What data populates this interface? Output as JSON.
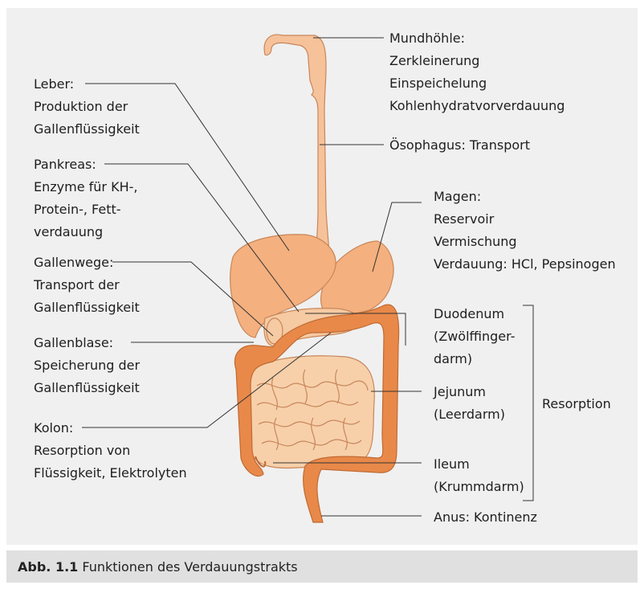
{
  "colors": {
    "background": "#f0f0f0",
    "caption_bg": "#e0e0e0",
    "liver": "#f4b07e",
    "pancreas": "#f6caa2",
    "colon": "#e8894a",
    "small_intestine": "#f7d0aa",
    "esophagus": "#f6c29a",
    "outline": "#c8865a",
    "leader_line": "#333333"
  },
  "labels": {
    "mundhoehle": [
      "Mundhöhle:",
      "Zerkleinerung",
      "Einspeichelung",
      "Kohlenhydratvorverdauung"
    ],
    "oesophagus": [
      "Ösophagus: Transport"
    ],
    "magen": [
      "Magen:",
      "Reservoir",
      "Vermischung",
      "Verdauung: HCl, Pepsinogen"
    ],
    "duodenum": [
      "Duodenum",
      "(Zwölffinger-",
      "darm)"
    ],
    "jejunum": [
      "Jejunum",
      "(Leerdarm)"
    ],
    "ileum": [
      "Ileum",
      "(Krummdarm)"
    ],
    "resorption": "Resorption",
    "anus": [
      "Anus: Kontinenz"
    ],
    "leber": [
      "Leber:",
      "Produktion der",
      "Gallenflüssigkeit"
    ],
    "pankreas": [
      "Pankreas:",
      "Enzyme für KH-,",
      "Protein-, Fett-",
      "verdauung"
    ],
    "gallenwege": [
      "Gallenwege:",
      "Transport der",
      "Gallenflüssigkeit"
    ],
    "gallenblase": [
      "Gallenblase:",
      "Speicherung der",
      "Gallenflüssigkeit"
    ],
    "kolon": [
      "Kolon:",
      "Resorption von",
      "Flüssigkeit, Elektrolyten"
    ]
  },
  "caption": {
    "prefix": "Abb. 1.1",
    "text": "Funktionen des Verdauungstrakts"
  }
}
